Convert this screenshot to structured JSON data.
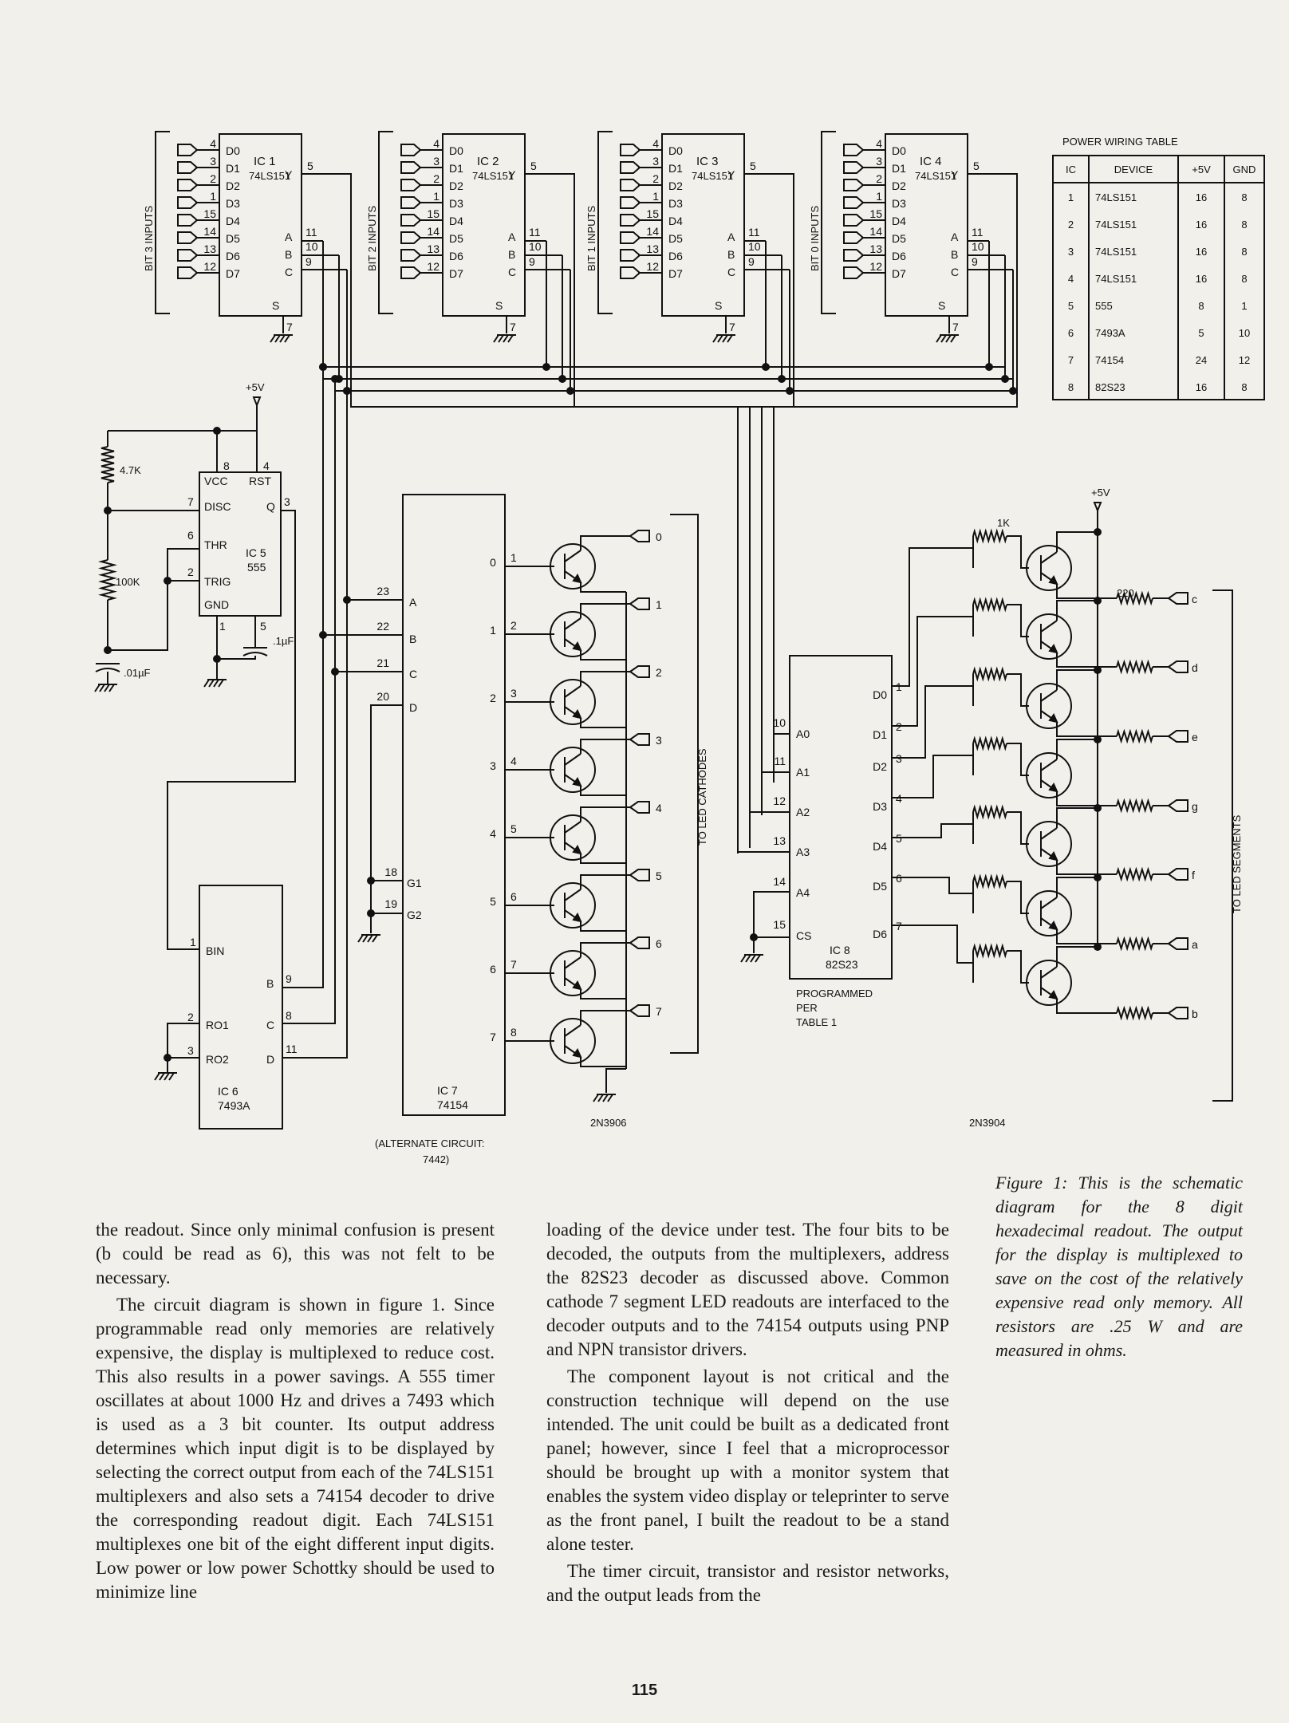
{
  "figure": {
    "mux": [
      {
        "ic": "IC 1",
        "label": "BIT 3 INPUTS"
      },
      {
        "ic": "IC 2",
        "label": "BIT 2 INPUTS"
      },
      {
        "ic": "IC 3",
        "label": "BIT 1 INPUTS"
      },
      {
        "ic": "IC 4",
        "label": "BIT 0 INPUTS"
      }
    ],
    "mux_part": "74LS151",
    "mux_inputs": [
      "D0",
      "D1",
      "D2",
      "D3",
      "D4",
      "D5",
      "D6",
      "D7"
    ],
    "mux_in_pins": [
      "4",
      "3",
      "2",
      "1",
      "15",
      "14",
      "13",
      "12"
    ],
    "mux_y": "Y",
    "mux_a": "A",
    "mux_b": "B",
    "mux_c": "C",
    "mux_s": "S",
    "mux_pin_y": "5",
    "mux_pin_a": "11",
    "mux_pin_b": "10",
    "mux_pin_c": "9",
    "mux_pin_s": "7",
    "power_table": {
      "title": "POWER WIRING TABLE",
      "headers": [
        "IC",
        "DEVICE",
        "+5V",
        "GND"
      ],
      "rows": [
        [
          "1",
          "74LS151",
          "16",
          "8"
        ],
        [
          "2",
          "74LS151",
          "16",
          "8"
        ],
        [
          "3",
          "74LS151",
          "16",
          "8"
        ],
        [
          "4",
          "74LS151",
          "16",
          "8"
        ],
        [
          "5",
          "555",
          "8",
          "1"
        ],
        [
          "6",
          "7493A",
          "5",
          "10"
        ],
        [
          "7",
          "74154",
          "24",
          "12"
        ],
        [
          "8",
          "82S23",
          "16",
          "8"
        ]
      ]
    },
    "plus5v": "+5V",
    "r_top": "4.7K",
    "r_bottom": "100K",
    "c_timing": ".01µF",
    "c_ctrl": ".1µF",
    "ic5": {
      "name": "IC 5",
      "part": "555",
      "vcc": "VCC",
      "rst": "RST",
      "disc": "DISC",
      "q": "Q",
      "thr": "THR",
      "trig": "TRIG",
      "gnd": "GND",
      "p8": "8",
      "p4": "4",
      "p7": "7",
      "p3": "3",
      "p6": "6",
      "p2": "2",
      "p1": "1",
      "p5": "5"
    },
    "ic6": {
      "name": "IC 6",
      "part": "7493A",
      "bin": "BIN",
      "r01": "RO1",
      "r02": "RO2",
      "b": "B",
      "c": "C",
      "d": "D",
      "p1": "1",
      "p2": "2",
      "p3": "3",
      "p9": "9",
      "p8": "8",
      "p11": "11"
    },
    "ic7": {
      "name": "IC 7",
      "part": "74154",
      "a": "A",
      "b": "B",
      "c": "C",
      "d": "D",
      "g1": "G1",
      "g2": "G2",
      "p23": "23",
      "p22": "22",
      "p21": "21",
      "p20": "20",
      "p18": "18",
      "p19": "19",
      "outputs": [
        "0",
        "1",
        "2",
        "3",
        "4",
        "5",
        "6",
        "7"
      ],
      "out_pins": [
        "1",
        "2",
        "3",
        "4",
        "5",
        "6",
        "7",
        "8"
      ],
      "alternate": "(ALTERNATE CIRCUIT: 7442)"
    },
    "ic8": {
      "name": "IC 8",
      "part": "82S23",
      "a0": "A0",
      "a1": "A1",
      "a2": "A2",
      "a3": "A3",
      "a4": "A4",
      "cs": "CS",
      "in_pins": [
        "10",
        "11",
        "12",
        "13",
        "14",
        "15"
      ],
      "outputs": [
        "D0",
        "D1",
        "D2",
        "D3",
        "D4",
        "D5",
        "D6"
      ],
      "out_pins": [
        "1",
        "2",
        "3",
        "4",
        "5",
        "6",
        "7"
      ],
      "note": [
        "PROGRAMMED",
        "PER",
        "TABLE 1"
      ]
    },
    "cathode_labels": [
      "0",
      "1",
      "2",
      "3",
      "4",
      "5",
      "6",
      "7"
    ],
    "segment_labels": [
      "c",
      "d",
      "e",
      "g",
      "f",
      "a",
      "b"
    ],
    "to_cathodes": "TO LED CATHODES",
    "to_segments": "TO LED SEGMENTS",
    "pnp": "2N3906",
    "npn": "2N3904",
    "r_base": "1K",
    "r_seg": "220"
  },
  "caption": "Figure 1: This is the schematic diagram for the 8 digit hexadecimal readout. The output for the display is multiplexed to save on the cost of the relatively expensive read only memory. All resistors are .25 W and are measured in ohms.",
  "body": {
    "col1": [
      "the readout. Since only minimal confusion is present (b could be read as 6), this was not felt to be necessary.",
      "The circuit diagram is shown in figure 1. Since programmable read only memories are relatively expensive, the display is multiplexed to reduce cost. This also results in a power savings. A 555 timer oscillates at about 1000 Hz and drives a 7493 which is used as a 3 bit counter. Its output address determines which input digit is to be displayed by selecting the correct output from each of the 74LS151 multiplexers and also sets a 74154 decoder to drive the corresponding readout digit. Each 74LS151 multiplexes one bit of the eight different input digits. Low power or low power Schottky should be used to minimize line"
    ],
    "col2": [
      "loading of the device under test. The four bits to be decoded, the outputs from the multiplexers, address the 82S23 decoder as discussed above. Common cathode 7 segment LED readouts are interfaced to the decoder outputs and to the 74154 outputs using PNP and NPN transistor drivers.",
      "The component layout is not critical and the construction technique will depend on the use intended. The unit could be built as a dedicated front panel; however, since I feel that a microprocessor should be brought up with a monitor system that enables the system video display or teleprinter to serve as the front panel, I built the readout to be a stand alone tester.",
      "The timer circuit, transistor and resistor networks, and the output leads from the"
    ]
  },
  "page_number": "115"
}
